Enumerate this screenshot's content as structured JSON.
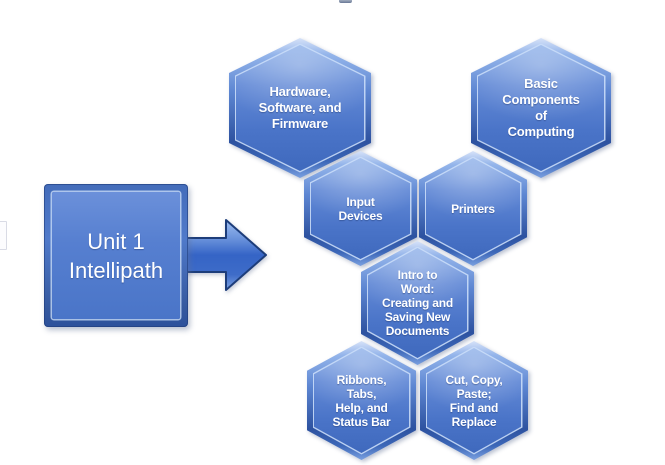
{
  "diagram": {
    "unit_node": {
      "lines": [
        "Unit 1",
        "Intellipath"
      ]
    },
    "hexagons": [
      {
        "id": "hardware-software-firmware",
        "lines": [
          "Hardware,",
          "Software, and",
          "Firmware"
        ]
      },
      {
        "id": "basic-components-of-computing",
        "lines": [
          "Basic",
          "Components",
          "of",
          "Computing"
        ]
      },
      {
        "id": "input-devices",
        "lines": [
          "Input",
          "Devices"
        ]
      },
      {
        "id": "printers",
        "lines": [
          "Printers"
        ]
      },
      {
        "id": "intro-to-word",
        "lines": [
          "Intro to",
          "Word:",
          "Creating and",
          "Saving New",
          "Documents"
        ]
      },
      {
        "id": "ribbons-tabs-help-status-bar",
        "lines": [
          "Ribbons,",
          "Tabs,",
          "Help, and",
          "Status Bar"
        ]
      },
      {
        "id": "cut-copy-paste-find-replace",
        "lines": [
          "Cut, Copy,",
          "Paste;",
          "Find and",
          "Replace"
        ]
      }
    ],
    "colors": {
      "node_fill": "#4a74c8",
      "node_highlight": "#9dbdf0",
      "node_edge_dark": "#2d52a0",
      "text": "#ffffff",
      "background": "#ffffff"
    }
  }
}
